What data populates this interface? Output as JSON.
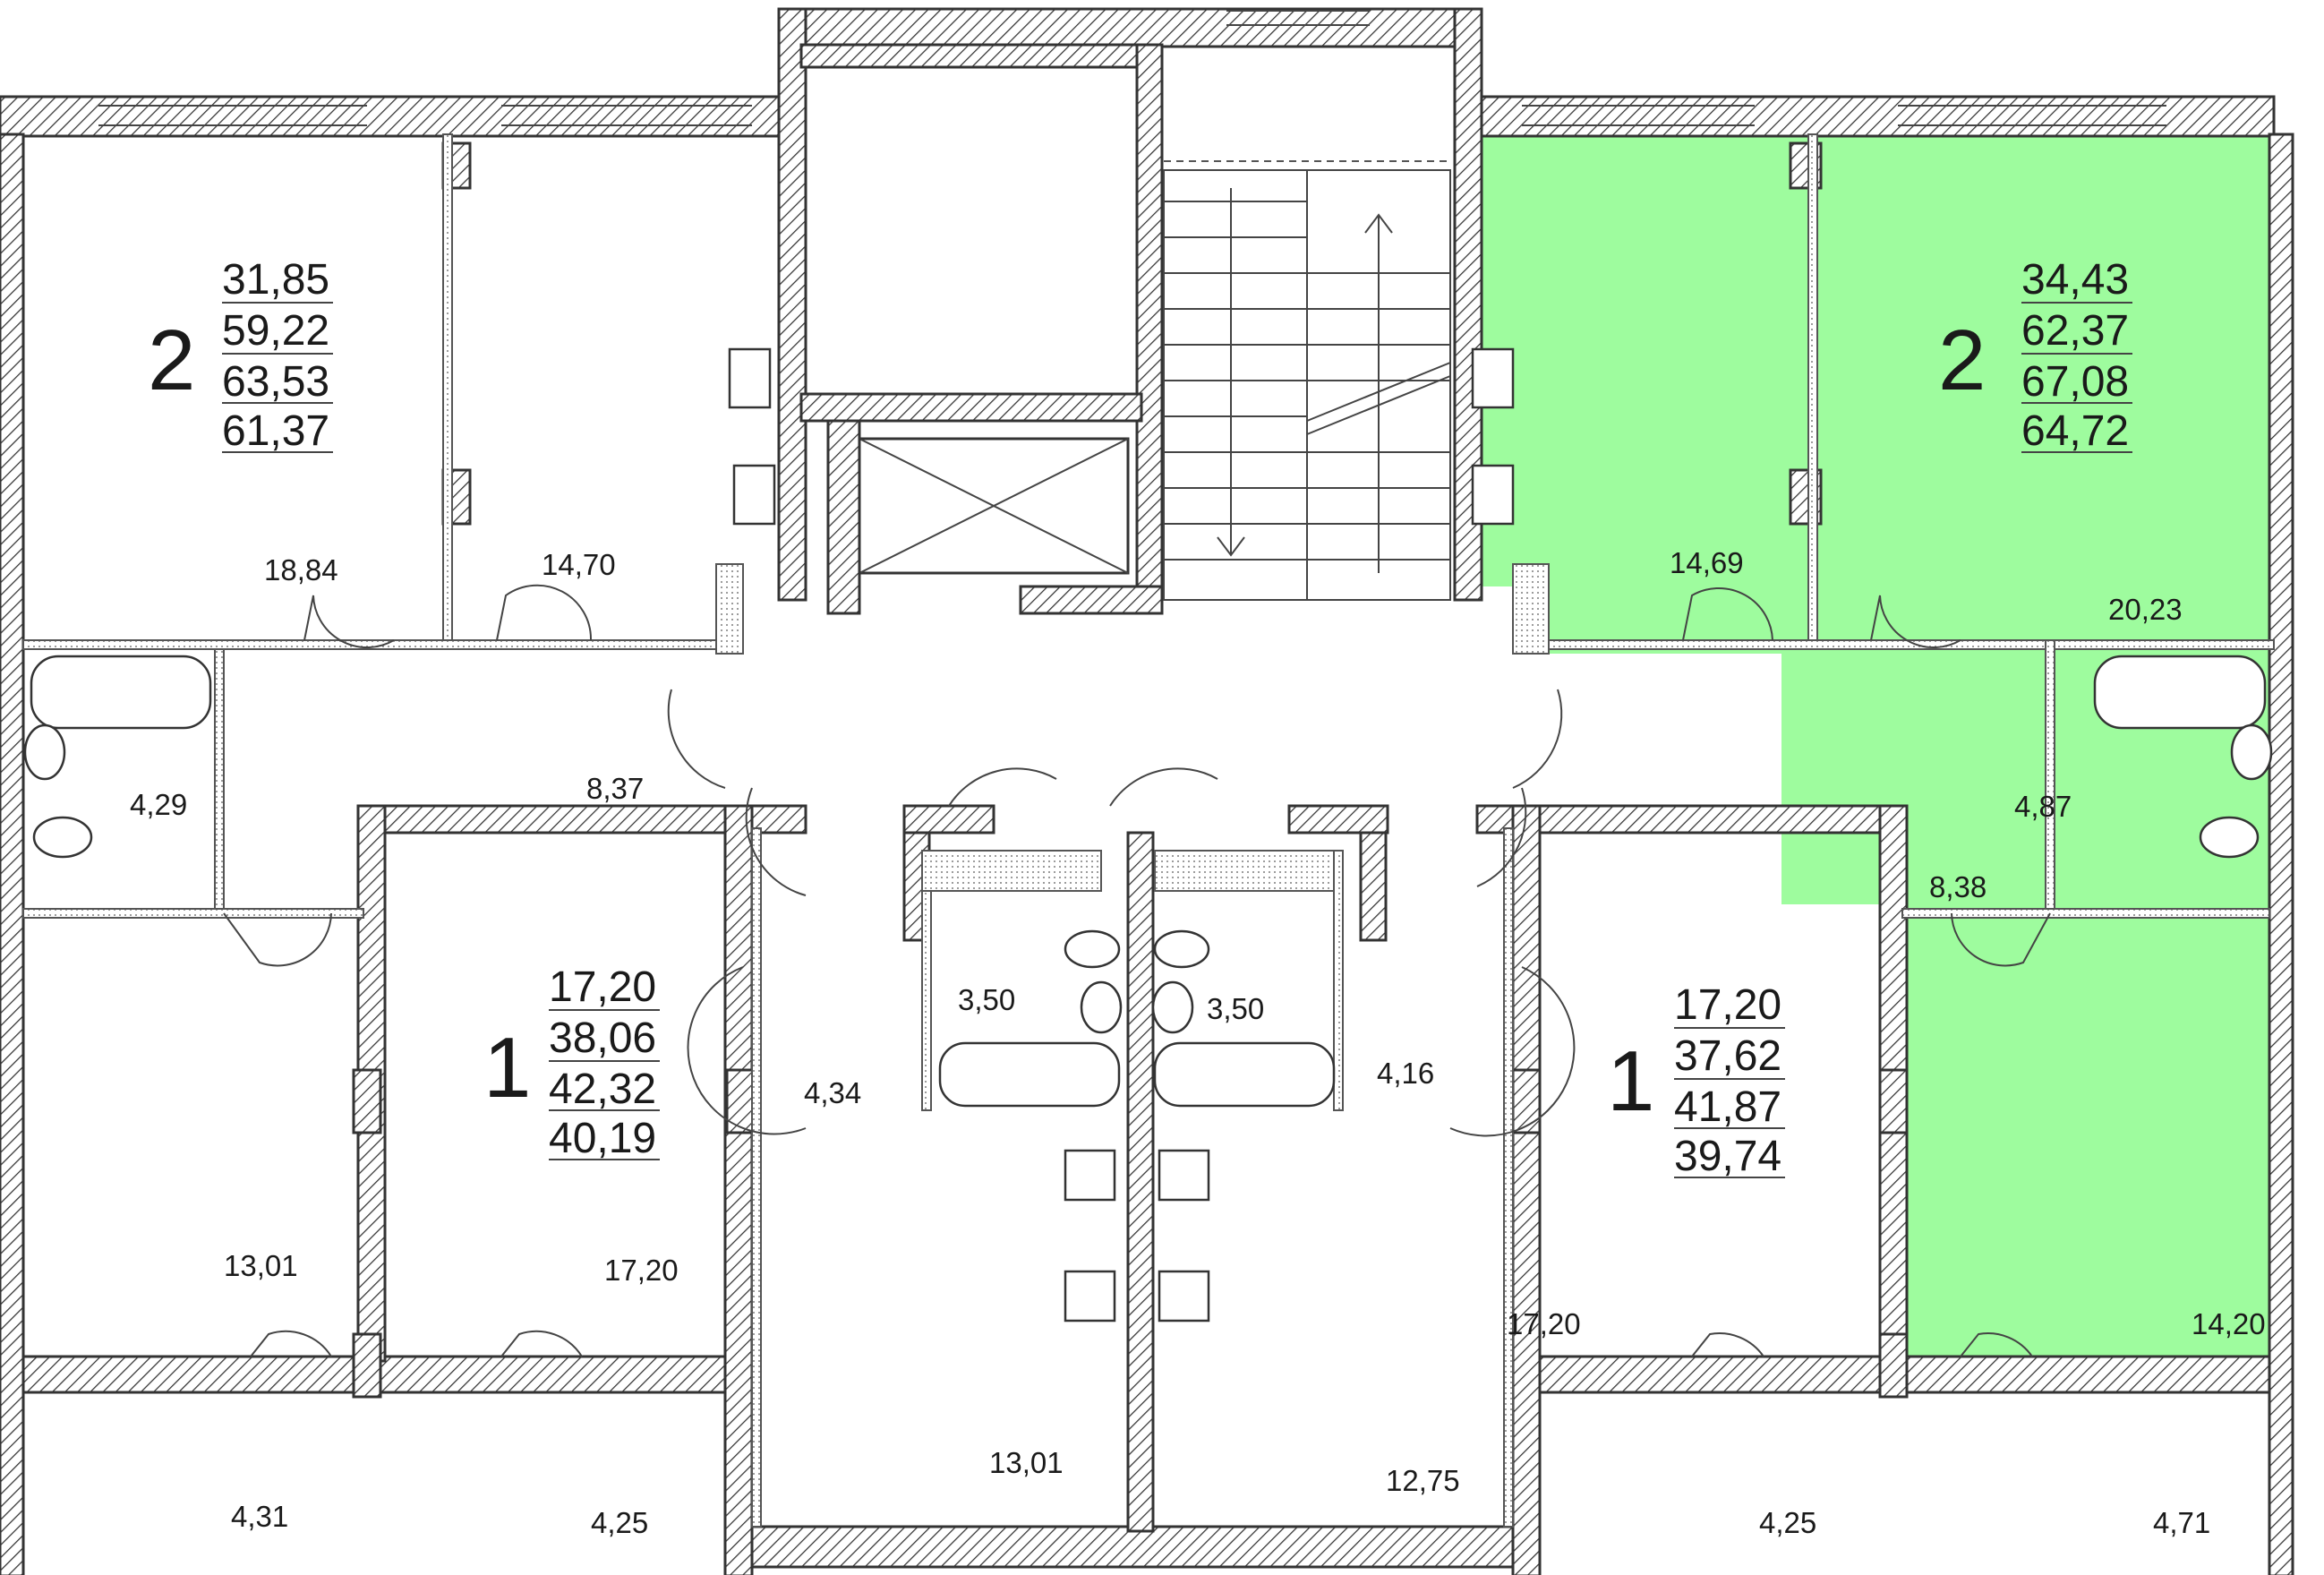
{
  "colors": {
    "highlight": "#9efc9e",
    "wall_stroke": "#333333",
    "background": "#ffffff"
  },
  "apartments": [
    {
      "id": "apt-top-left",
      "rooms": "2",
      "areas": [
        "31,85",
        "59,22",
        "63,53",
        "61,37"
      ],
      "highlighted": false
    },
    {
      "id": "apt-top-right",
      "rooms": "2",
      "areas": [
        "34,43",
        "62,37",
        "67,08",
        "64,72"
      ],
      "highlighted": true
    },
    {
      "id": "apt-bottom-left",
      "rooms": "1",
      "areas": [
        "17,20",
        "38,06",
        "42,32",
        "40,19"
      ],
      "highlighted": false
    },
    {
      "id": "apt-bottom-right",
      "rooms": "1",
      "areas": [
        "17,20",
        "37,62",
        "41,87",
        "39,74"
      ],
      "highlighted": false
    }
  ],
  "room_areas": [
    "18,84",
    "14,70",
    "14,69",
    "20,23",
    "4,29",
    "8,37",
    "4,87",
    "8,38",
    "3,50",
    "3,50",
    "4,34",
    "4,16",
    "13,01",
    "17,20",
    "17,20",
    "14,20",
    "13,01",
    "12,75",
    "4,31",
    "4,25",
    "4,25",
    "4,71"
  ]
}
